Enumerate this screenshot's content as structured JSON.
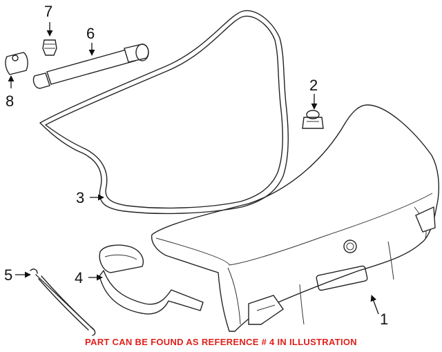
{
  "callouts": {
    "c1": "1",
    "c2": "2",
    "c3": "3",
    "c4": "4",
    "c5": "5",
    "c6": "6",
    "c7": "7",
    "c8": "8"
  },
  "footer": {
    "note": "PART CAN BE FOUND AS REFERENCE # 4 IN ILLUSTRATION",
    "note_color": "#e0201b"
  }
}
